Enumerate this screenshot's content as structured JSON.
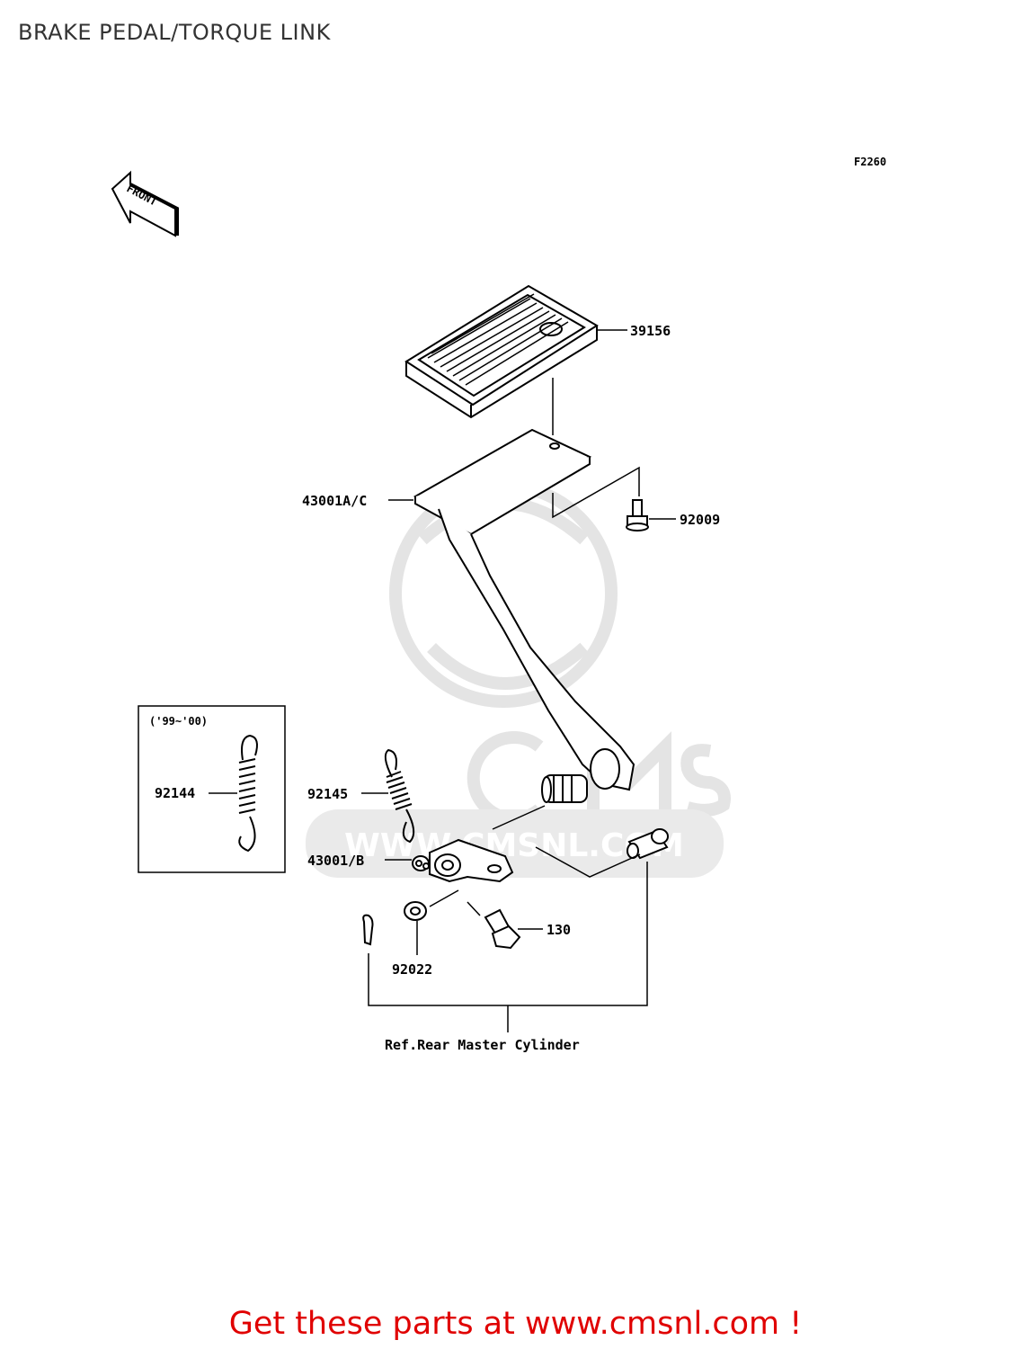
{
  "page": {
    "title": "BRAKE PEDAL/TORQUE LINK",
    "footer_cta": "Get these parts at www.cmsnl.com !",
    "colors": {
      "cta": "#e00000",
      "line": "#000000",
      "watermark": "#e6e6e6"
    }
  },
  "diagram": {
    "figure_code": "F2260",
    "front_arrow_label": "FRONT",
    "watermark_text": "WWW.CMSNL.COM",
    "inset_year_note": "('99~'00)",
    "reference_note": "Ref.Rear Master Cylinder",
    "part_labels": {
      "pedal_pad": "39156",
      "pedal_arm": "43001A/C",
      "pad_bolt": "92009",
      "inset_spring": "92144",
      "return_spring": "92145",
      "torque_arm": "43001/B",
      "washer": "92022",
      "flange_bolt": "130"
    }
  }
}
